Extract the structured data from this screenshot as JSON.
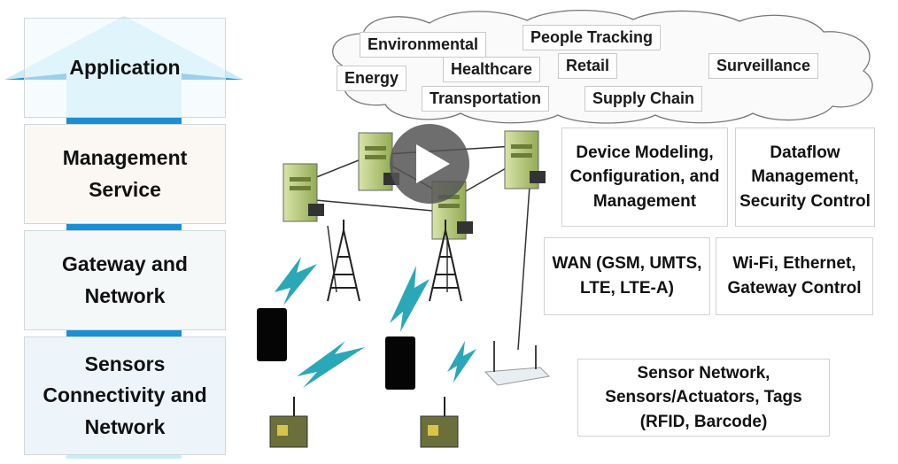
{
  "layers": [
    {
      "label": "Application"
    },
    {
      "label": "Management Service"
    },
    {
      "label": "Gateway and Network"
    },
    {
      "label": "Sensors Connectivity and Network"
    }
  ],
  "cloud_tags": [
    "Environmental",
    "People Tracking",
    "Energy",
    "Healthcare",
    "Retail",
    "Surveillance",
    "Transportation",
    "Supply Chain"
  ],
  "boxes": {
    "device_modeling": "Device Modeling, Configuration, and Management",
    "dataflow": "Dataflow Management, Security Control",
    "wan": "WAN (GSM, UMTS, LTE, LTE-A)",
    "wifi": "Wi-Fi, Ethernet, Gateway Control",
    "sensor_network": "Sensor Network, Sensors/Actuators, Tags (RFID, Barcode)"
  },
  "colors": {
    "arrow": "#9fdcf3",
    "arrow_band": "#1a8fd6",
    "server": "#b5c97a",
    "bolt": "#2aa8b8"
  },
  "icons": [
    "server-icon",
    "cell-tower-icon",
    "lightning-icon",
    "smartphone-icon",
    "router-icon",
    "sensor-board-icon",
    "play-icon"
  ]
}
